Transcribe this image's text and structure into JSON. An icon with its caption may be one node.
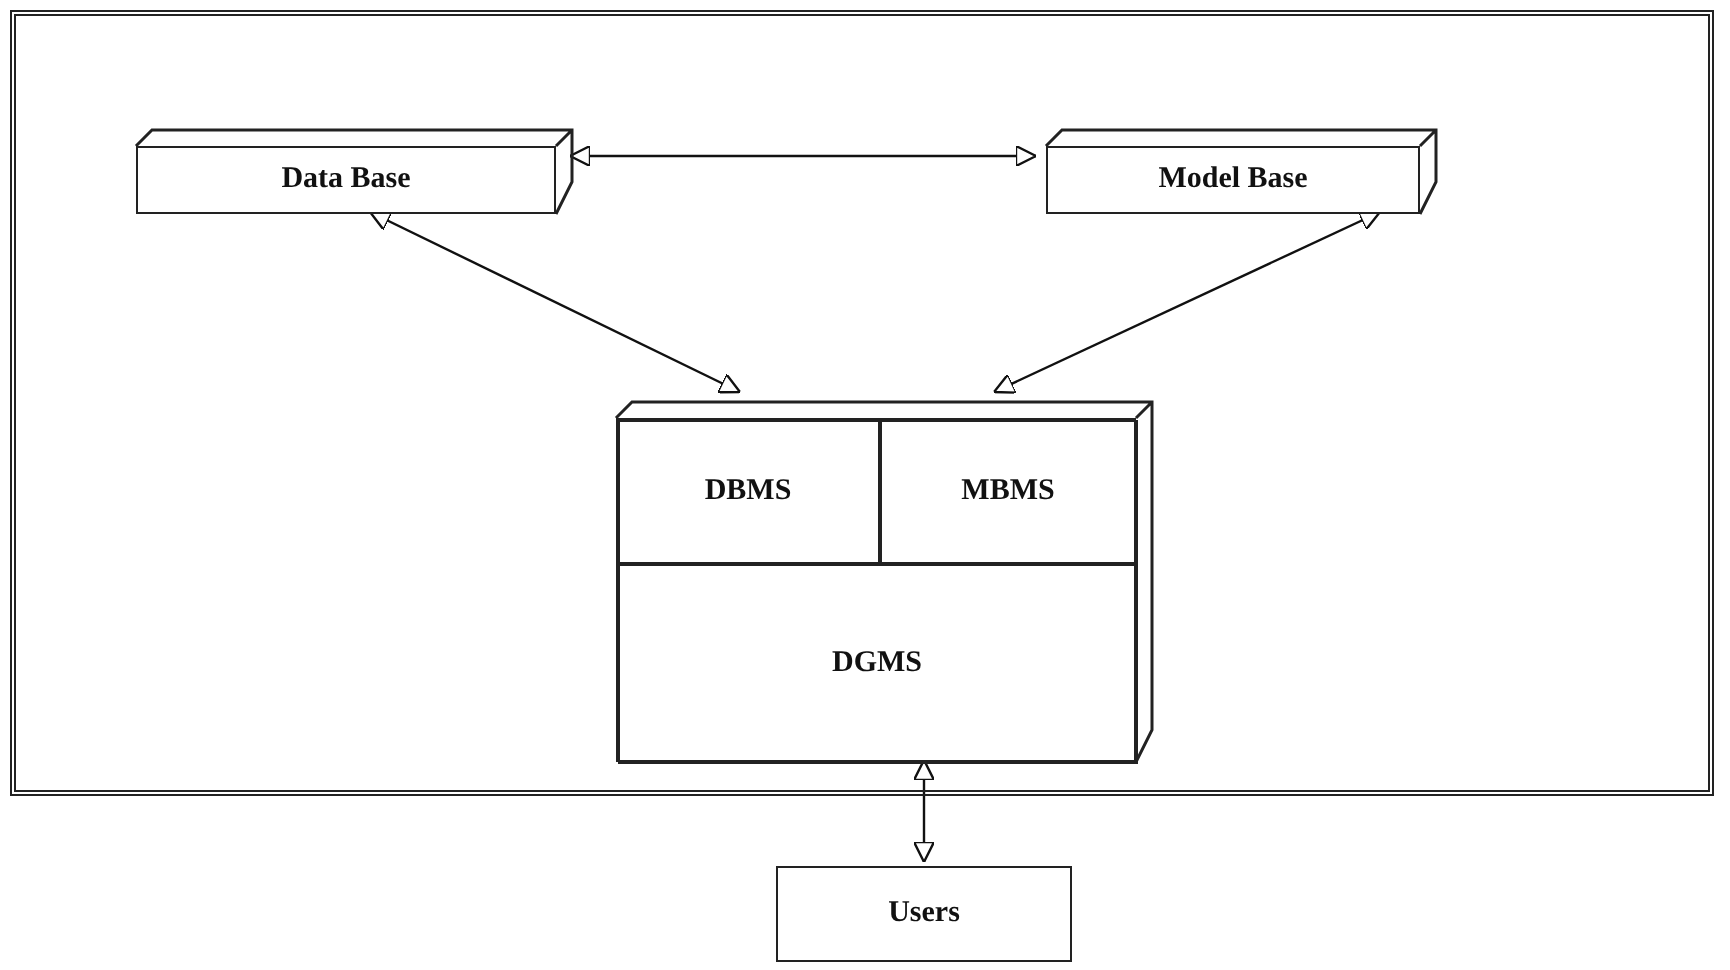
{
  "diagram": {
    "nodes": [
      {
        "text": [],
        "shape": "box"
      },
      {
        "text": [
          "Data Base"
        ],
        "in": 0
      },
      {
        "text": [
          "Model Base"
        ],
        "in": 0
      },
      {
        "text": [],
        "shape": "box",
        "in": 0
      },
      {
        "text": [
          "DBMS"
        ],
        "in": 3
      },
      {
        "text": [
          "MBMS"
        ],
        "in": 3
      },
      {
        "text": [
          "DGMS"
        ],
        "in": 3
      },
      {
        "text": [
          "Users"
        ]
      }
    ],
    "edges": [
      {
        "from": 1,
        "to": 2,
        "arrow": "both"
      },
      {
        "from": 1,
        "to": 3,
        "arrow": "both"
      },
      {
        "from": 2,
        "to": 3,
        "arrow": "both"
      },
      {
        "from": 3,
        "to": 7,
        "arrow": "both"
      }
    ]
  }
}
